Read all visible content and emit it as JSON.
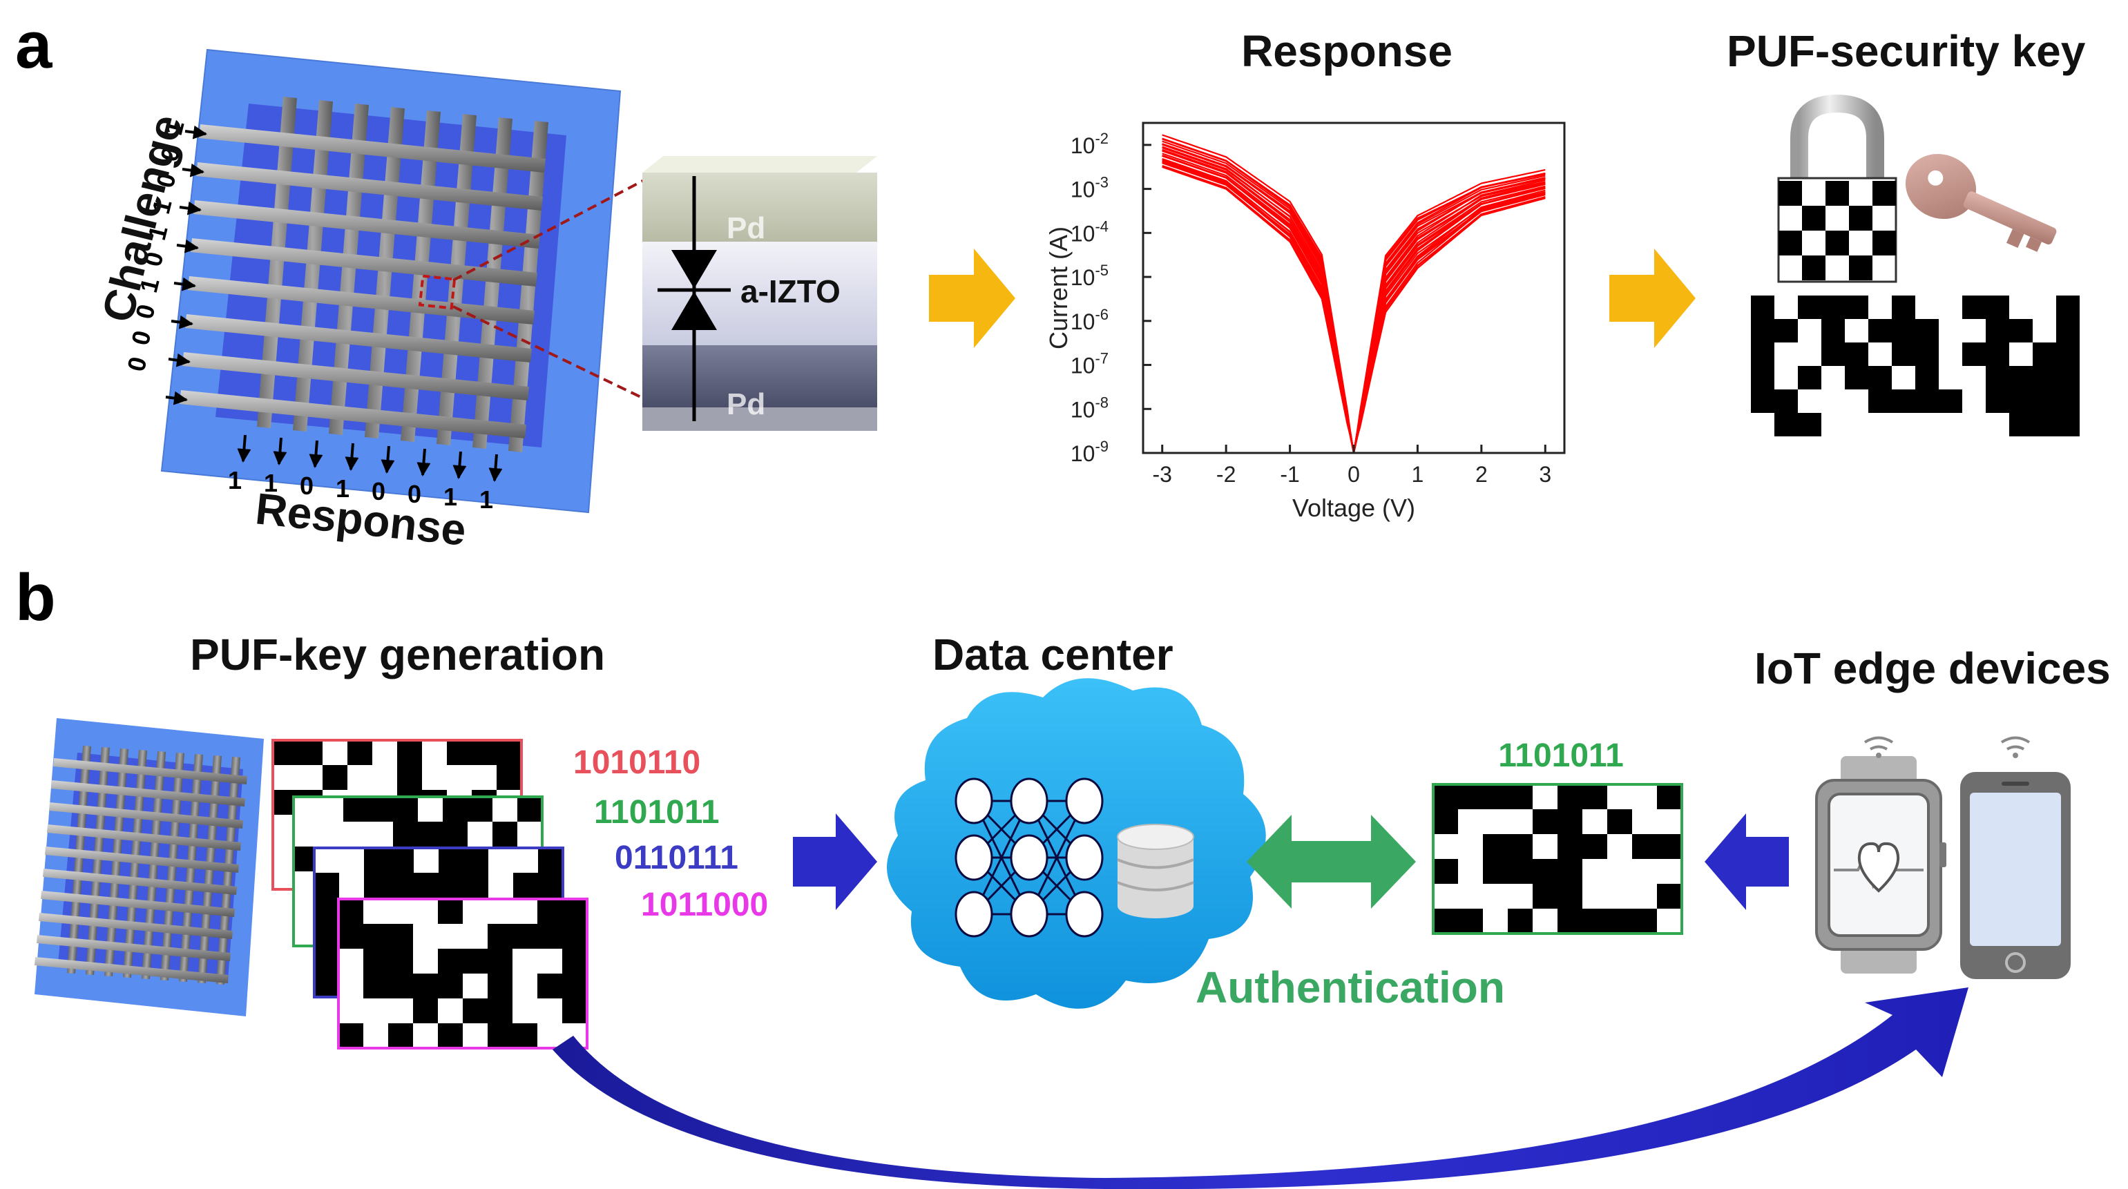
{
  "panels": {
    "a": "a",
    "b": "b"
  },
  "panel_a": {
    "crossbar": {
      "challenge_label": "Challenge",
      "challenge_bits": [
        "1",
        "0",
        "0",
        "1",
        "1",
        "0",
        "1",
        "0",
        "0",
        "0"
      ],
      "response_label": "Response",
      "response_bits": [
        "1",
        "1",
        "0",
        "1",
        "0",
        "0",
        "1",
        "1"
      ]
    },
    "stack": {
      "top_electrode": "Pd",
      "switching_layer": "a-IZTO",
      "bottom_electrode": "Pd"
    },
    "response_title": "Response",
    "key_title": "PUF-security key",
    "colors": {
      "crossbar_bg": "#5b8ff0",
      "arrow_yellow": "#f7b711",
      "curve_red": "#ff0000"
    }
  },
  "chart_data": {
    "type": "line",
    "title": "",
    "xlabel": "Voltage (V)",
    "ylabel": "Current (A)",
    "xlim": [
      -3.3,
      3.3
    ],
    "ylim_log10": [
      -9,
      -1.5
    ],
    "yscale": "log",
    "x_ticks": [
      "-3",
      "-2",
      "-1",
      "0",
      "1",
      "2",
      "3"
    ],
    "y_ticks": [
      {
        "base": "10",
        "exp": "-2"
      },
      {
        "base": "10",
        "exp": "-3"
      },
      {
        "base": "10",
        "exp": "-4"
      },
      {
        "base": "10",
        "exp": "-5"
      },
      {
        "base": "10",
        "exp": "-6"
      },
      {
        "base": "10",
        "exp": "-7"
      },
      {
        "base": "10",
        "exp": "-8"
      },
      {
        "base": "10",
        "exp": "-9"
      }
    ],
    "curves_description": "about 30 repeated sweeps, V-shaped on log scale",
    "representative_points": {
      "x": [
        -3,
        -2,
        -1,
        -0.5,
        0,
        0.5,
        1,
        2,
        3
      ],
      "y_log10_band_low": [
        -2.5,
        -3.0,
        -4.2,
        -5.5,
        -9,
        -5.8,
        -4.8,
        -3.6,
        -3.2
      ],
      "y_log10_band_high": [
        -1.8,
        -2.3,
        -3.3,
        -4.5,
        -9,
        -4.5,
        -3.6,
        -2.9,
        -2.6
      ]
    },
    "series_color": "#ff0000"
  },
  "panel_b": {
    "keygen_title": "PUF-key generation",
    "datacenter_title": "Data center",
    "iot_title": "IoT edge devices",
    "keys": [
      {
        "code": "1010110",
        "color": "#e8505b"
      },
      {
        "code": "1101011",
        "color": "#2fa84f"
      },
      {
        "code": "0110111",
        "color": "#3b3bc4"
      },
      {
        "code": "1011000",
        "color": "#e838e8"
      }
    ],
    "auth_key_code": "1101011",
    "auth_label": "Authentication",
    "colors": {
      "arrow_blue": "#2b2bc8",
      "arrow_green": "#3aa862",
      "cloud": "#22aef0",
      "auth_green": "#3aa862"
    }
  }
}
